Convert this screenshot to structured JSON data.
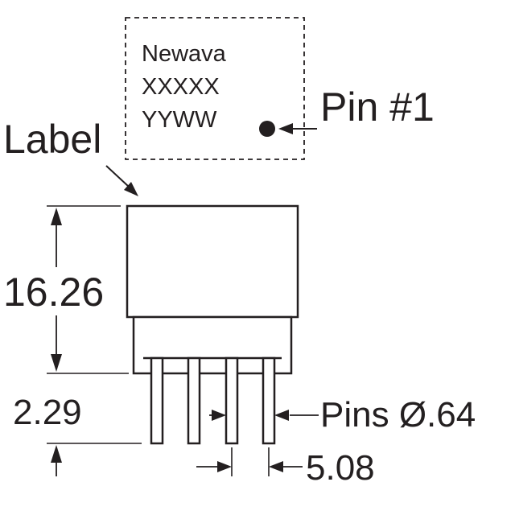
{
  "label_box": {
    "line1": "Newava",
    "line2": "XXXXX",
    "line3": "YYWW"
  },
  "callouts": {
    "pin1": "Pin #1",
    "label": "Label",
    "pin_diameter": "Pins Ø.64"
  },
  "dimensions": {
    "height": "16.26",
    "standoff": "2.29",
    "pitch": "5.08"
  },
  "colors": {
    "ink": "#231f20",
    "background": "#ffffff"
  }
}
